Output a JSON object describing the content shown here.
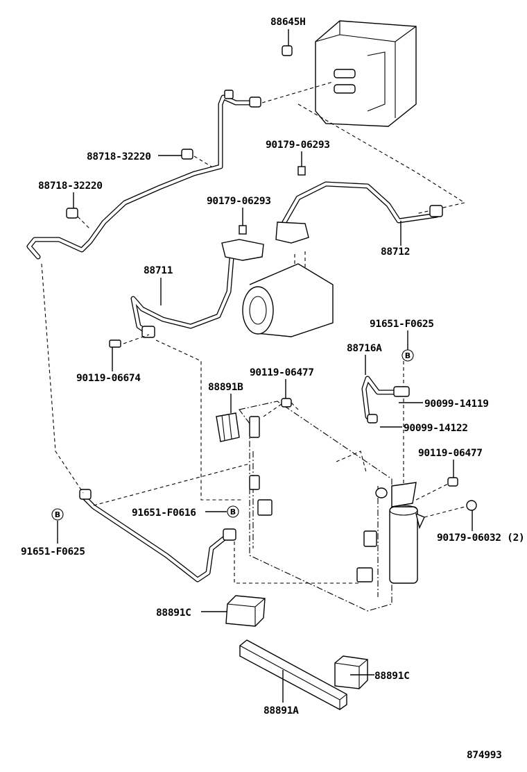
{
  "diagram": {
    "labels": {
      "p88645H": "88645H",
      "p88718_a": "88718-32220",
      "p88718_b": "88718-32220",
      "p90179_06293_a": "90179-06293",
      "p90179_06293_b": "90179-06293",
      "p88712": "88712",
      "p88711": "88711",
      "p90119_06674": "90119-06674",
      "p91651_F0625_top": "91651-F0625",
      "p88716A": "88716A",
      "p90119_06477_a": "90119-06477",
      "p88891B": "88891B",
      "p90099_14119": "90099-14119",
      "p90099_14122": "90099-14122",
      "p90119_06477_b": "90119-06477",
      "p91651_F0616": "91651-F0616",
      "p91651_F0625_left": "91651-F0625",
      "p90179_06032": "90179-06032 (2)",
      "p88891C_a": "88891C",
      "p88891C_b": "88891C",
      "p88891A": "88891A"
    },
    "marker": "B",
    "figure_number": "874993"
  }
}
